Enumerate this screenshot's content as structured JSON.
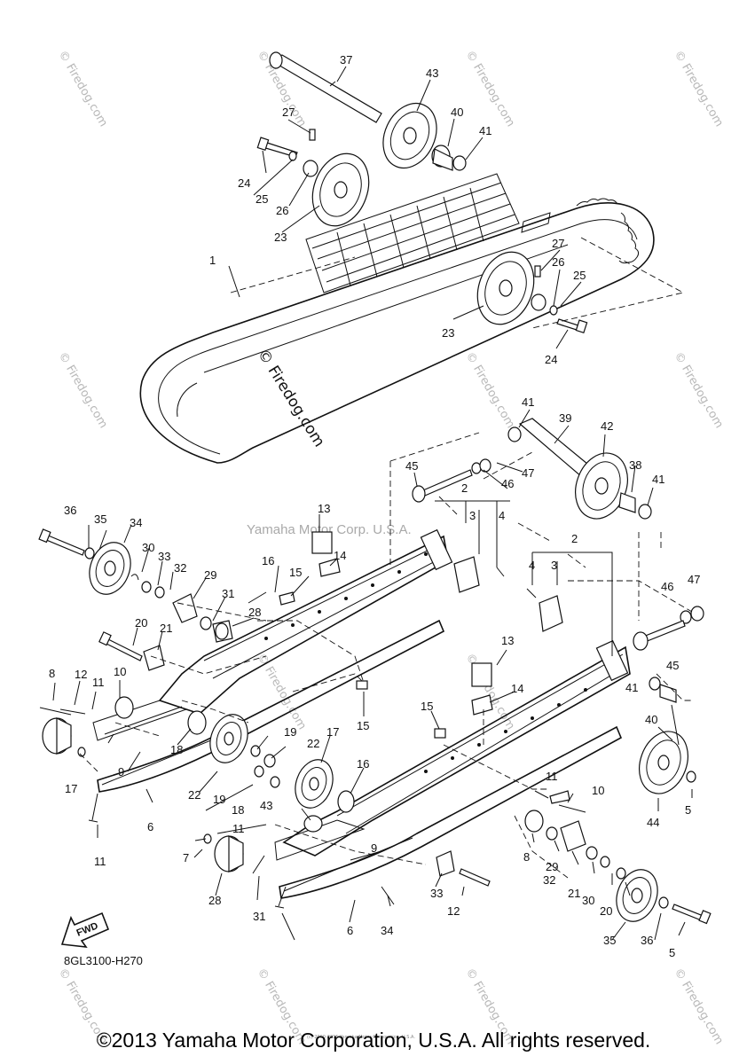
{
  "watermarks": {
    "firedog_small": "© Firedog.com",
    "firedog_center": "© Firedog.com",
    "yamaha": "Yamaha Motor Corp. U.S.A."
  },
  "diagram_code": "8GL3100-H270",
  "fwd_label": "FWD",
  "fine_print": "(c) 2000-2015 Yamaha Motor Corporation, U.S.A.",
  "copyright": "©2013 Yamaha Motor Corporation, U.S.A. All rights reserved.",
  "callouts": [
    "37",
    "43",
    "27",
    "40",
    "41",
    "24",
    "25",
    "26",
    "23",
    "1",
    "27",
    "26",
    "25",
    "23",
    "24",
    "41",
    "39",
    "42",
    "45",
    "47",
    "46",
    "38",
    "41",
    "2",
    "3",
    "4",
    "36",
    "35",
    "34",
    "13",
    "30",
    "33",
    "32",
    "16",
    "14",
    "29",
    "15",
    "31",
    "28",
    "20",
    "21",
    "2",
    "4",
    "3",
    "46",
    "47",
    "45",
    "8",
    "12",
    "11",
    "10",
    "13",
    "41",
    "40",
    "14",
    "18",
    "19",
    "22",
    "17",
    "15",
    "15",
    "11",
    "9",
    "17",
    "22",
    "19",
    "18",
    "16",
    "10",
    "43",
    "44",
    "5",
    "6",
    "11",
    "11",
    "9",
    "7",
    "28",
    "8",
    "31",
    "29",
    "32",
    "21",
    "33",
    "30",
    "20",
    "12",
    "34",
    "35",
    "36",
    "5",
    "6"
  ]
}
